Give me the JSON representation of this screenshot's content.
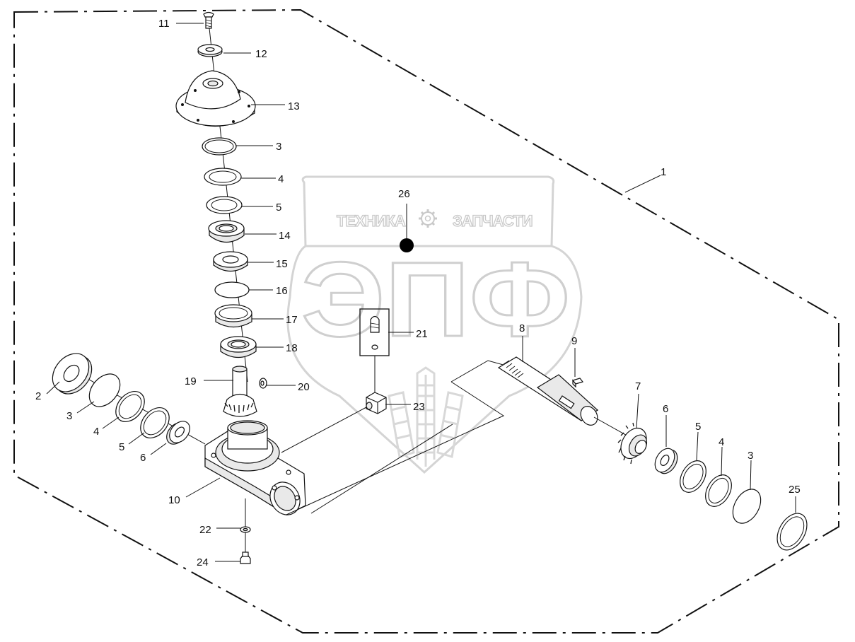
{
  "watermark": {
    "top_left": "ТЕХНИКА",
    "top_right": "ЗАПЧАСТИ",
    "main": "ЭПФ",
    "gear_icon": "gear-icon"
  },
  "callouts": [
    {
      "id": "c1",
      "text": "1"
    },
    {
      "id": "c2",
      "text": "2"
    },
    {
      "id": "c3a",
      "text": "3"
    },
    {
      "id": "c3b",
      "text": "3"
    },
    {
      "id": "c3c",
      "text": "3"
    },
    {
      "id": "c4a",
      "text": "4"
    },
    {
      "id": "c4b",
      "text": "4"
    },
    {
      "id": "c4c",
      "text": "4"
    },
    {
      "id": "c5a",
      "text": "5"
    },
    {
      "id": "c5b",
      "text": "5"
    },
    {
      "id": "c5c",
      "text": "5"
    },
    {
      "id": "c6a",
      "text": "6"
    },
    {
      "id": "c6b",
      "text": "6"
    },
    {
      "id": "c7",
      "text": "7"
    },
    {
      "id": "c8",
      "text": "8"
    },
    {
      "id": "c9",
      "text": "9"
    },
    {
      "id": "c10",
      "text": "10"
    },
    {
      "id": "c11",
      "text": "11"
    },
    {
      "id": "c12",
      "text": "12"
    },
    {
      "id": "c13",
      "text": "13"
    },
    {
      "id": "c14",
      "text": "14"
    },
    {
      "id": "c15",
      "text": "15"
    },
    {
      "id": "c16",
      "text": "16"
    },
    {
      "id": "c17",
      "text": "17"
    },
    {
      "id": "c18",
      "text": "18"
    },
    {
      "id": "c19",
      "text": "19"
    },
    {
      "id": "c20",
      "text": "20"
    },
    {
      "id": "c21",
      "text": "21"
    },
    {
      "id": "c22",
      "text": "22"
    },
    {
      "id": "c23",
      "text": "23"
    },
    {
      "id": "c24",
      "text": "24"
    },
    {
      "id": "c25",
      "text": "25"
    },
    {
      "id": "c26",
      "text": "26"
    }
  ]
}
